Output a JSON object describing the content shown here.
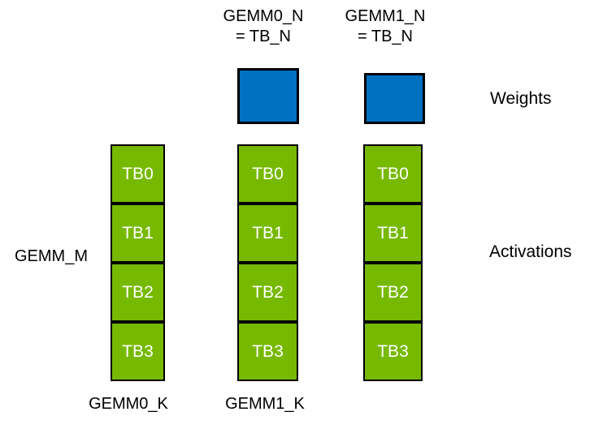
{
  "colors": {
    "weights_fill": "#0070C0",
    "activations_fill": "#76B900",
    "border": "#000000",
    "label_text": "#000000",
    "block_text": "#FFFFFF",
    "background": "#FFFFFF"
  },
  "top_labels": [
    {
      "line1": "GEMM0_N",
      "line2": "= TB_N"
    },
    {
      "line1": "GEMM1_N",
      "line2": "= TB_N"
    }
  ],
  "left_label": "GEMM_M",
  "right_labels": {
    "weights": "Weights",
    "activations": "Activations"
  },
  "bottom_labels": [
    "GEMM0_K",
    "GEMM1_K"
  ],
  "columns": [
    {
      "blocks": [
        "TB0",
        "TB1",
        "TB2",
        "TB3"
      ]
    },
    {
      "blocks": [
        "TB0",
        "TB1",
        "TB2",
        "TB3"
      ]
    },
    {
      "blocks": [
        "TB0",
        "TB1",
        "TB2",
        "TB3"
      ]
    }
  ]
}
